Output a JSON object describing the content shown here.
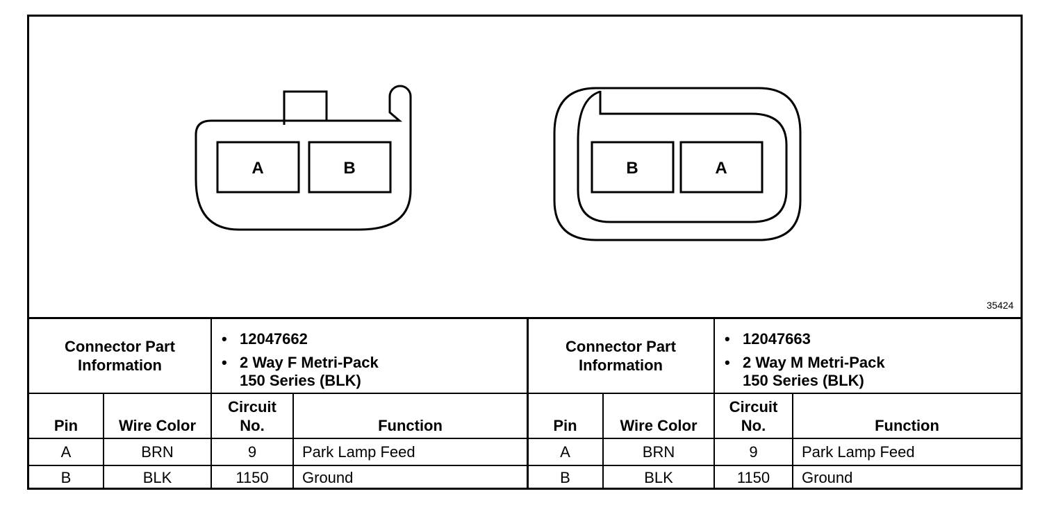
{
  "figure_id": "35424",
  "connectors": [
    {
      "pins_order": [
        "A",
        "B"
      ],
      "info_label": "Connector Part Information",
      "part_number": "12047662",
      "description_line1": "2 Way F Metri-Pack",
      "description_line2": "150 Series (BLK)",
      "headers": {
        "pin": "Pin",
        "wire_color": "Wire Color",
        "circuit": "Circuit No.",
        "function": "Function"
      },
      "rows": [
        {
          "pin": "A",
          "wire_color": "BRN",
          "circuit": "9",
          "function": "Park Lamp Feed"
        },
        {
          "pin": "B",
          "wire_color": "BLK",
          "circuit": "1150",
          "function": "Ground"
        }
      ]
    },
    {
      "pins_order": [
        "B",
        "A"
      ],
      "info_label": "Connector Part Information",
      "part_number": "12047663",
      "description_line1": "2 Way M Metri-Pack",
      "description_line2": "150 Series (BLK)",
      "headers": {
        "pin": "Pin",
        "wire_color": "Wire Color",
        "circuit": "Circuit No.",
        "function": "Function"
      },
      "rows": [
        {
          "pin": "A",
          "wire_color": "BRN",
          "circuit": "9",
          "function": "Park Lamp Feed"
        },
        {
          "pin": "B",
          "wire_color": "BLK",
          "circuit": "1150",
          "function": "Ground"
        }
      ]
    }
  ]
}
